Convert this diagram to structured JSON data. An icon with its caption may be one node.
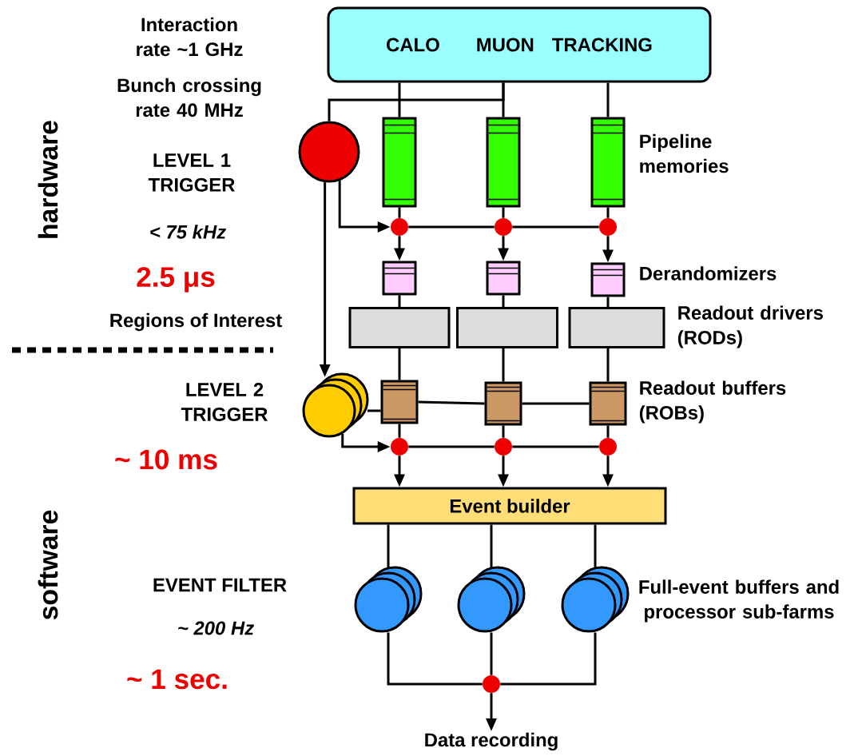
{
  "diagram": {
    "nodes": [
      {
        "text": [
          "CALO",
          "MUON",
          "TRACKING"
        ]
      },
      {
        "text": [],
        "shape": "circle"
      },
      {
        "text": [],
        "shape": "box"
      },
      {
        "text": [],
        "shape": "box"
      },
      {
        "text": [],
        "shape": "box"
      },
      {
        "text": [],
        "shape": "circle"
      },
      {
        "text": [],
        "shape": "circle"
      },
      {
        "text": [],
        "shape": "circle"
      },
      {
        "text": [],
        "shape": "box"
      },
      {
        "text": [],
        "shape": "box"
      },
      {
        "text": [],
        "shape": "box"
      },
      {
        "text": [],
        "shape": "box"
      },
      {
        "text": [],
        "shape": "box"
      },
      {
        "text": [],
        "shape": "box"
      },
      {
        "text": [],
        "shape": "circle"
      },
      {
        "text": [],
        "shape": "box"
      },
      {
        "text": [],
        "shape": "box"
      },
      {
        "text": [],
        "shape": "box"
      },
      {
        "text": [],
        "shape": "circle"
      },
      {
        "text": [],
        "shape": "circle"
      },
      {
        "text": [],
        "shape": "circle"
      },
      {
        "text": [
          "Event builder"
        ]
      },
      {
        "text": [],
        "shape": "circle"
      },
      {
        "text": [],
        "shape": "circle"
      },
      {
        "text": [],
        "shape": "circle"
      },
      {
        "text": [],
        "shape": "circle"
      },
      {
        "text": [
          "Data recording"
        ]
      }
    ],
    "edges": [
      {
        "from": 0,
        "to": 2,
        "arrow": "none"
      },
      {
        "from": 0,
        "to": 3,
        "arrow": "none"
      },
      {
        "from": 0,
        "to": 4,
        "arrow": "none"
      },
      {
        "from": 0,
        "to": 1,
        "arrow": "none"
      },
      {
        "from": 2,
        "to": 5,
        "arrow": "none"
      },
      {
        "from": 3,
        "to": 6,
        "arrow": "none"
      },
      {
        "from": 4,
        "to": 7,
        "arrow": "none"
      },
      {
        "from": 1,
        "to": 5,
        "arrow": "to"
      },
      {
        "from": 5,
        "to": 6,
        "arrow": "none"
      },
      {
        "from": 6,
        "to": 7,
        "arrow": "none"
      },
      {
        "from": 5,
        "to": 8,
        "arrow": "to"
      },
      {
        "from": 6,
        "to": 9,
        "arrow": "to"
      },
      {
        "from": 7,
        "to": 10,
        "arrow": "to"
      },
      {
        "from": 8,
        "to": 11,
        "arrow": "none"
      },
      {
        "from": 9,
        "to": 12,
        "arrow": "none"
      },
      {
        "from": 10,
        "to": 13,
        "arrow": "none"
      },
      {
        "from": 1,
        "to": 14,
        "arrow": "to"
      },
      {
        "from": 11,
        "to": 15,
        "arrow": "none"
      },
      {
        "from": 12,
        "to": 16,
        "arrow": "none"
      },
      {
        "from": 13,
        "to": 17,
        "arrow": "none"
      },
      {
        "from": 14,
        "to": 15,
        "arrow": "none"
      },
      {
        "from": 15,
        "to": 16,
        "arrow": "none"
      },
      {
        "from": 16,
        "to": 17,
        "arrow": "none"
      },
      {
        "from": 15,
        "to": 18,
        "arrow": "none"
      },
      {
        "from": 16,
        "to": 19,
        "arrow": "none"
      },
      {
        "from": 17,
        "to": 20,
        "arrow": "none"
      },
      {
        "from": 14,
        "to": 18,
        "arrow": "to"
      },
      {
        "from": 18,
        "to": 19,
        "arrow": "none"
      },
      {
        "from": 19,
        "to": 20,
        "arrow": "none"
      },
      {
        "from": 18,
        "to": 21,
        "arrow": "to"
      },
      {
        "from": 19,
        "to": 21,
        "arrow": "to"
      },
      {
        "from": 20,
        "to": 21,
        "arrow": "to"
      },
      {
        "from": 21,
        "to": 22,
        "arrow": "none"
      },
      {
        "from": 21,
        "to": 23,
        "arrow": "none"
      },
      {
        "from": 21,
        "to": 24,
        "arrow": "none"
      },
      {
        "from": 22,
        "to": 25,
        "arrow": "none"
      },
      {
        "from": 23,
        "to": 25,
        "arrow": "none"
      },
      {
        "from": 24,
        "to": 25,
        "arrow": "none"
      },
      {
        "from": 25,
        "to": 26,
        "arrow": "to"
      }
    ],
    "labels": [
      "Interaction rate ~1 GHz",
      "Bunch crossing rate 40 MHz",
      "LEVEL 1 TRIGGER",
      "< 75 kHz",
      "2.5 μs",
      "Regions of Interest",
      "LEVEL 2 TRIGGER",
      "~ 10 ms",
      "EVENT FILTER",
      "~ 200 Hz",
      "~ 1 sec.",
      "hardware",
      "software",
      "Pipeline memories",
      "Derandomizers",
      "Readout drivers (RODs)",
      "Readout buffers (ROBs)",
      "Full-event buffers and processor sub-farms"
    ]
  }
}
